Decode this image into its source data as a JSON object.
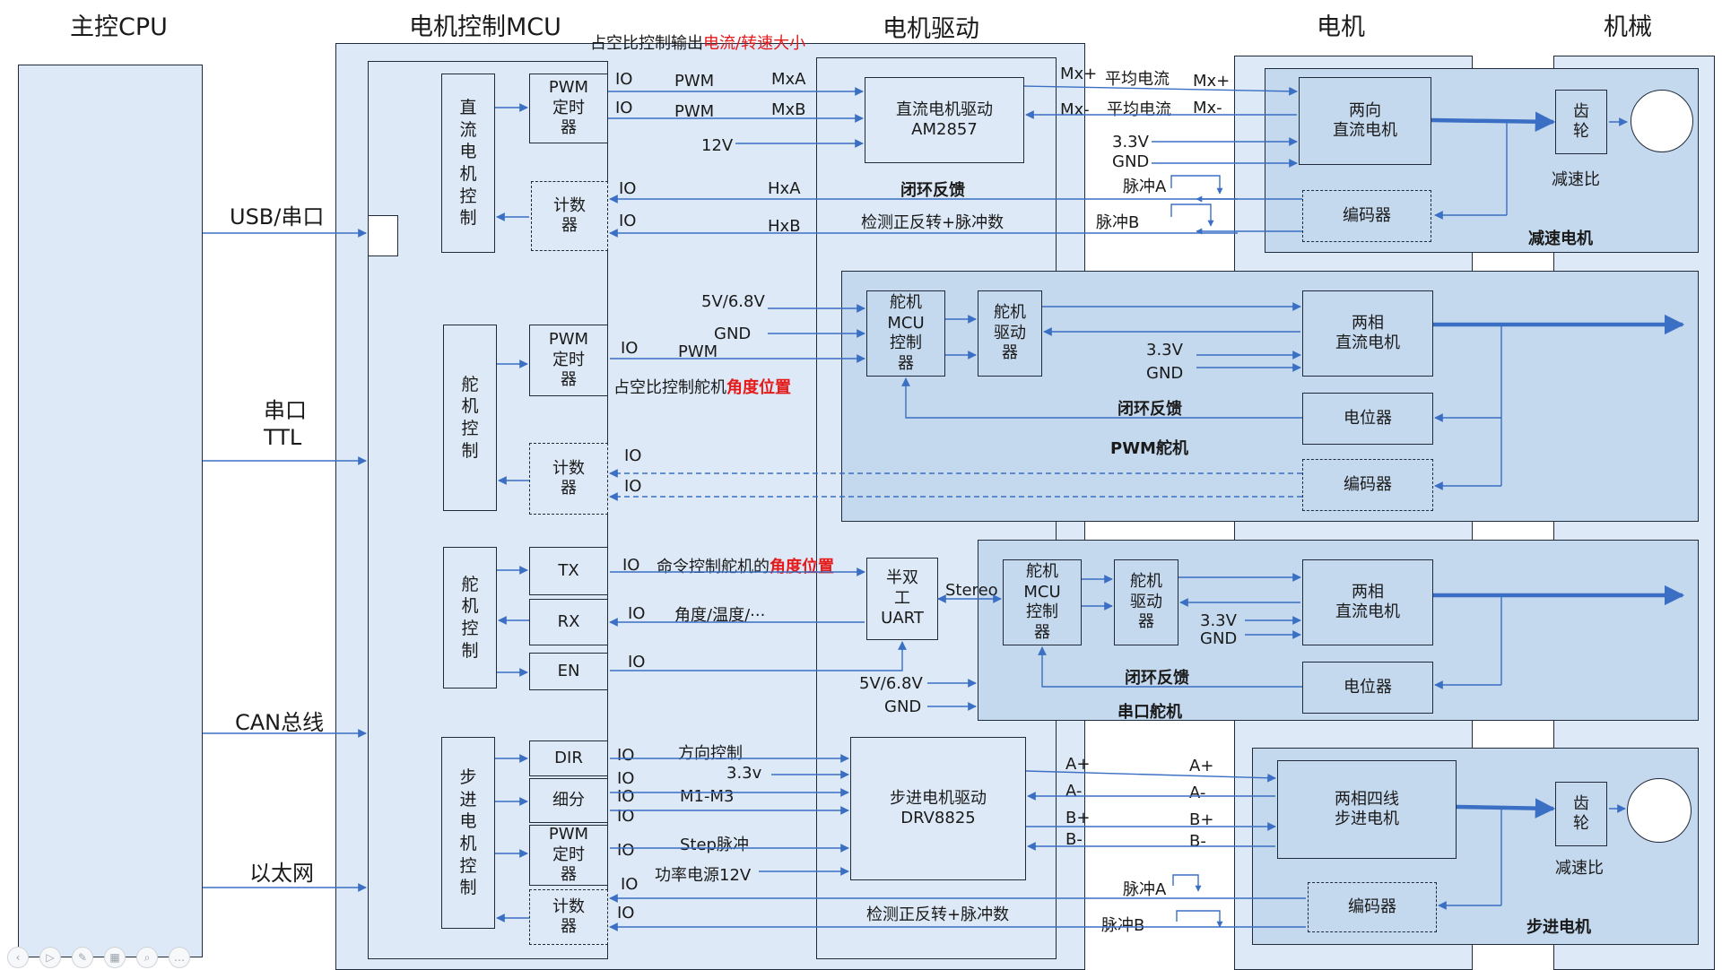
{
  "headers": {
    "cpu": "主控CPU",
    "mcu": "电机控制MCU",
    "driver": "电机驱动",
    "motor": "电机",
    "mechanical": "机械"
  },
  "top_note": {
    "prefix": "占空比控制输出",
    "highlight": "电流/转速大小"
  },
  "interfaces": {
    "usb": "USB/串口",
    "ttl_line1": "串口",
    "ttl_line2": "TTL",
    "can": "CAN总线",
    "eth": "以太网"
  },
  "dc_section": {
    "control_block": "直\n流\n电\n机\n控\n制",
    "pwm_block": "PWM\n定时\n器",
    "counter_block": "计数\n器",
    "driver_block": "直流电机驱动\nAM2857",
    "closed_loop": "闭环反馈",
    "detect": "检测正反转+脉冲数",
    "signals": [
      "PWM",
      "MxA",
      "PWM",
      "MxB",
      "12V",
      "HxA",
      "HxB"
    ],
    "io": "IO",
    "mx_plus": "Mx+",
    "mx_minus": "Mx-",
    "avg_current": "平均电流",
    "v33": "3.3V",
    "gnd": "GND",
    "pulse_a": "脉冲A",
    "pulse_b": "脉冲B",
    "motor_block": "两向\n直流电机",
    "encoder": "编码器",
    "gear": "齿\n轮",
    "reduction": "减速比",
    "assembly": "减速电机"
  },
  "pwm_servo": {
    "control_block": "舵\n机\n控\n制",
    "pwm_block": "PWM\n定时\n器",
    "counter_block": "计数\n器",
    "v56": "5V/6.8V",
    "gnd": "GND",
    "pwm": "PWM",
    "note_prefix": "占空比控制舵机",
    "note_highlight": "角度位置",
    "mcu_block": "舵机\nMCU\n控制\n器",
    "driver_block": "舵机\n驱动\n器",
    "motor_block": "两相\n直流电机",
    "v33": "3.3V",
    "closed_loop": "闭环反馈",
    "pot": "电位器",
    "encoder": "编码器",
    "assembly": "PWM舵机"
  },
  "uart_servo": {
    "control_block": "舵\n机\n控\n制",
    "tx": "TX",
    "rx": "RX",
    "en": "EN",
    "cmd_prefix": "命令控制舵机的",
    "cmd_highlight": "角度位置",
    "rx_note": "角度/温度/···",
    "uart_block": "半双\n工\nUART",
    "stereo": "Stereo",
    "v56": "5V/6.8V",
    "gnd": "GND",
    "mcu_block": "舵机\nMCU\n控制\n器",
    "driver_block": "舵机\n驱动\n器",
    "motor_block": "两相\n直流电机",
    "v33": "3.3V",
    "closed_loop": "闭环反馈",
    "pot": "电位器",
    "assembly": "串口舵机"
  },
  "stepper": {
    "control_block": "步\n进\n电\n机\n控\n制",
    "dir": "DIR",
    "micro": "细分",
    "pwm_block": "PWM\n定时\n器",
    "counter_block": "计数\n器",
    "dir_ctrl": "方向控制",
    "v33": "3.3v",
    "m1m3": "M1-M3",
    "step": "Step脉冲",
    "power": "功率电源12V",
    "driver_block": "步进电机驱动\nDRV8825",
    "a_plus": "A+",
    "a_minus": "A-",
    "b_plus": "B+",
    "b_minus": "B-",
    "motor_block": "两相四线\n步进电机",
    "gear": "齿\n轮",
    "reduction": "减速比",
    "pulse_a": "脉冲A",
    "pulse_b": "脉冲B",
    "detect": "检测正反转+脉冲数",
    "encoder": "编码器",
    "assembly": "步进电机"
  },
  "toolbar_icons": [
    "back-icon",
    "play-icon",
    "pen-icon",
    "grid-icon",
    "zoom-icon",
    "more-icon"
  ],
  "colors": {
    "line": "#3a6fc4",
    "accent": "#e41a1a",
    "panel": "#dde9f6",
    "module": "#a9c6e6"
  }
}
